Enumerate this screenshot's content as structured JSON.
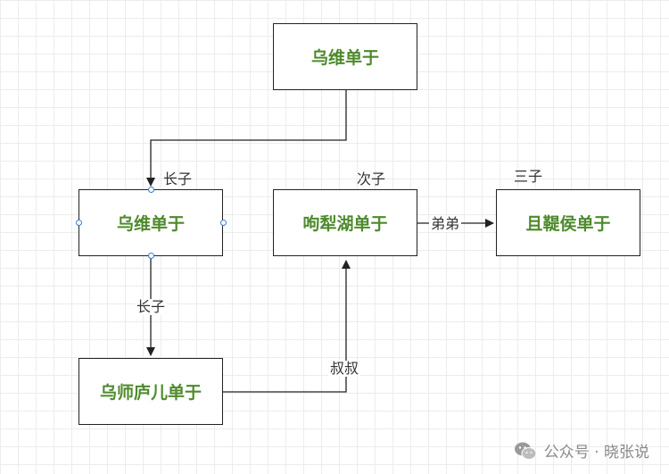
{
  "nodes": {
    "wuwei_top": "乌维单于",
    "wuwei_mid": "乌维单于",
    "xuli": "呴犁湖单于",
    "jupu": "且鞮侯单于",
    "wushilu": "乌师庐儿单于"
  },
  "labels": {
    "eldest_son_top": "长子",
    "second_son": "次子",
    "third_son": "三子",
    "eldest_son_edge": "长子",
    "younger_brother": "弟弟",
    "uncle": "叔叔"
  },
  "watermark": {
    "text": "公众号 · 晓张说",
    "icon": "wechat-icon"
  },
  "colors": {
    "node_text": "#4e8a2c",
    "border": "#222222",
    "handle": "#3a7bd5"
  }
}
